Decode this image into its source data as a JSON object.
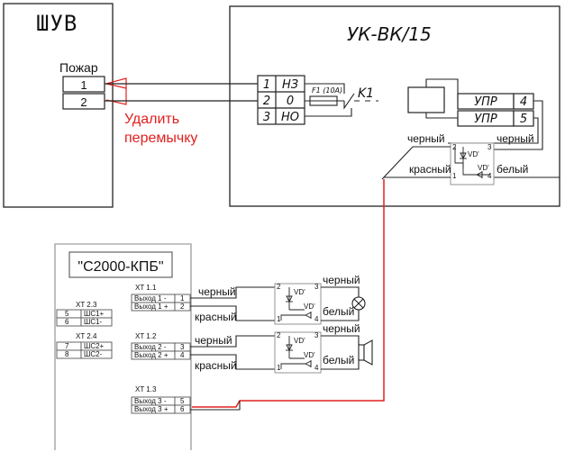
{
  "colors": {
    "line": "#1a1a1a",
    "accent": "#e02020",
    "box_fill": "#ffffff"
  },
  "shuv": {
    "title": "ШУВ",
    "group_label": "Пожар",
    "terminals": [
      "1",
      "2"
    ]
  },
  "ukvk": {
    "title": "УК-ВК/15",
    "rows": [
      {
        "num": "1",
        "label": "НЗ"
      },
      {
        "num": "2",
        "label": "0"
      },
      {
        "num": "3",
        "label": "НО"
      }
    ],
    "fuse_label": "F1 (10A)",
    "relay_label": "K1",
    "outputs": [
      {
        "label": "УПР",
        "num": "4"
      },
      {
        "label": "УПР",
        "num": "5"
      }
    ]
  },
  "note": {
    "line1": "Удалить",
    "line2": "перемычку"
  },
  "wire_colors": {
    "black": "черный",
    "red": "красный",
    "white": "белый"
  },
  "diode_module": {
    "vd": "VD'",
    "pins": [
      "1",
      "2",
      "3",
      "4"
    ]
  },
  "kpb": {
    "title": "\"С2000-КПБ\"",
    "xt23": {
      "label": "XT 2.3",
      "rows": [
        {
          "num": "5",
          "name": "ШС1+"
        },
        {
          "num": "6",
          "name": "ШС1-"
        }
      ]
    },
    "xt24": {
      "label": "XT 2.4",
      "rows": [
        {
          "num": "7",
          "name": "ШС2+"
        },
        {
          "num": "8",
          "name": "ШС2-"
        }
      ]
    },
    "xt11": {
      "label": "XT 1.1",
      "rows": [
        {
          "name": "Выход 1 -",
          "num": "1"
        },
        {
          "name": "Выход 1 +",
          "num": "2"
        }
      ]
    },
    "xt12": {
      "label": "XT 1.2",
      "rows": [
        {
          "name": "Выход 2 -",
          "num": "3"
        },
        {
          "name": "Выход 2 +",
          "num": "4"
        }
      ]
    },
    "xt13": {
      "label": "XT 1.3",
      "rows": [
        {
          "name": "Выход  3 -",
          "num": "5"
        },
        {
          "name": "Выход 3 +",
          "num": "6"
        }
      ]
    }
  },
  "icons": {
    "lamp": "lamp-icon",
    "siren": "siren-icon",
    "diode": "diode-icon",
    "fuse": "fuse-icon",
    "relay_coil": "relay-coil-icon",
    "relay_contact": "relay-contact-icon"
  }
}
